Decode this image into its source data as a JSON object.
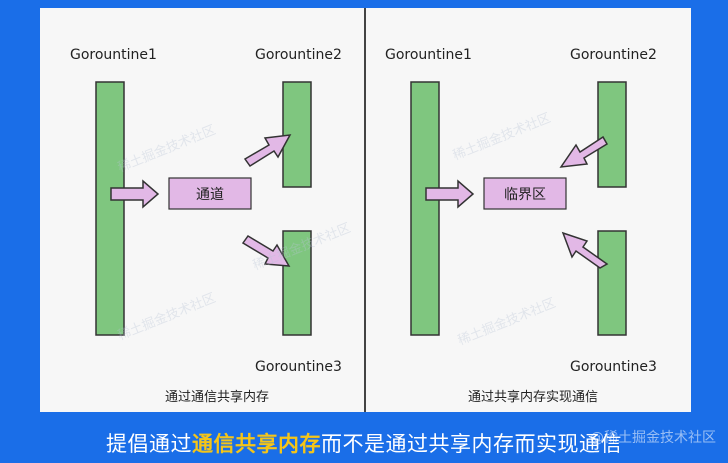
{
  "left": {
    "g1": "Gorountine1",
    "g2": "Gorountine2",
    "g3": "Gorountine3",
    "channel": "通道",
    "caption": "通过通信共享内存"
  },
  "right": {
    "g1": "Gorountine1",
    "g2": "Gorountine2",
    "g3": "Gorountine3",
    "critical": "临界区",
    "caption": "通过共享内存实现通信"
  },
  "watermark": "稀土掘金技术社区",
  "bottom": {
    "pre": "提倡通过",
    "highlight": "通信共享内存",
    "post": "而不是通过共享内存而实现通信"
  },
  "brand": "@稀土掘金技术社区",
  "colors": {
    "bar": "#7fc67f",
    "box": "#e2b8e6",
    "accent": "#f5c518",
    "bg": "#1a6ee8"
  }
}
